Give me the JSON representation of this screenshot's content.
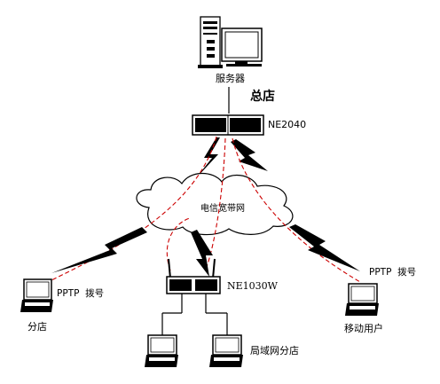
{
  "labels": {
    "server": "服务器",
    "hq": "总店",
    "ne2040": "NE2040",
    "cloud": "电信宽带网",
    "ne1030w": "NE1030W",
    "pptp_left": "PPTP  拨号",
    "pptp_right": "PPTP  拨号",
    "branch": "分店",
    "mobile_user": "移动用户",
    "lan_branch": "局域网分店"
  },
  "colors": {
    "line": "#000000",
    "vpn_dashed": "#cc0000",
    "background": "#ffffff"
  },
  "icons": [
    "server-tower-icon",
    "monitor-icon",
    "router-icon",
    "laptop-icon",
    "cloud-icon",
    "lightning-bolt-icon"
  ]
}
